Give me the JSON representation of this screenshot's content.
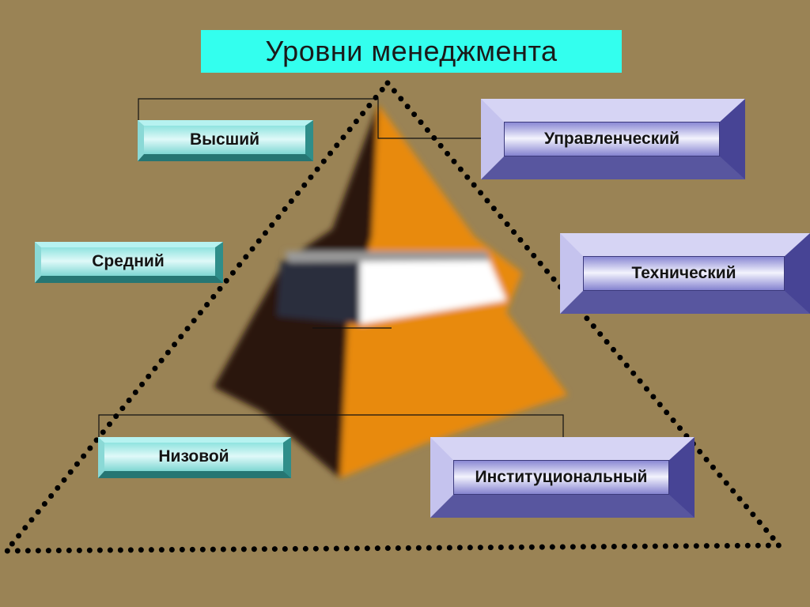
{
  "slide": {
    "title": "Уровни менеджмента"
  },
  "levels": {
    "top": "Высший",
    "middle": "Средний",
    "bottom": "Низовой"
  },
  "roles": {
    "managerial": "Управленческий",
    "technical": "Технический",
    "institutional": "Институциональный"
  },
  "colors": {
    "background": "#9a8355",
    "title_bg": "#33ffee",
    "pyramid_light": "#e88a0e",
    "pyramid_dark": "#2a1608",
    "dotted_outline": "#000000"
  }
}
